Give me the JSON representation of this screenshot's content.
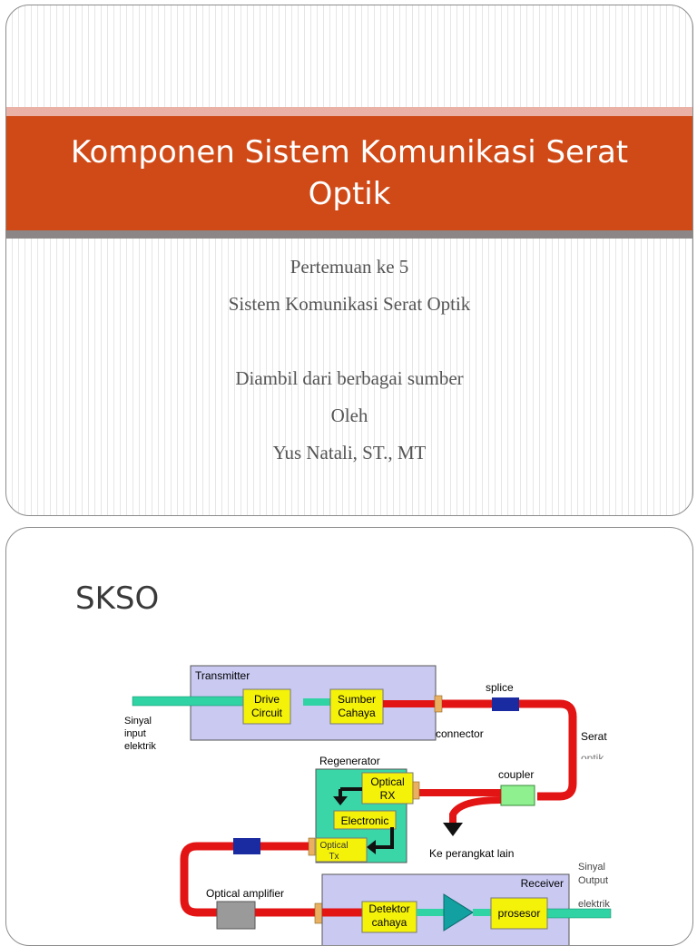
{
  "slide1": {
    "title": "Komponen Sistem Komunikasi Serat Optik",
    "lines": [
      "Pertemuan ke 5",
      "Sistem Komunikasi Serat Optik",
      "",
      "Diambil dari berbagai sumber",
      "Oleh",
      "Yus Natali, ST., MT"
    ]
  },
  "slide2": {
    "title": "SKSO",
    "diagram": {
      "transmitter": "Transmitter",
      "drive_circuit_1": "Drive",
      "drive_circuit_2": "Circuit",
      "sumber_cahaya_1": "Sumber",
      "sumber_cahaya_2": "Cahaya",
      "input_1": "Sinyal",
      "input_2": "input",
      "input_3": "elektrik",
      "splice": "splice",
      "connector": "connector",
      "serat": "Serat",
      "serat_2": "optik",
      "regenerator": "Regenerator",
      "optical_rx_1": "Optical",
      "optical_rx_2": "RX",
      "electronic": "Electronic",
      "optical_tx_1": "Optical",
      "optical_tx_2": "Tx",
      "coupler": "coupler",
      "ke_perangkat": "Ke perangkat lain",
      "optical_amplifier": "Optical amplifier",
      "receiver": "Receiver",
      "detektor_1": "Detektor",
      "detektor_2": "cahaya",
      "prosesor": "prosesor",
      "output_1": "Sinyal",
      "output_2": "Output",
      "output_3": "elektrik"
    }
  }
}
